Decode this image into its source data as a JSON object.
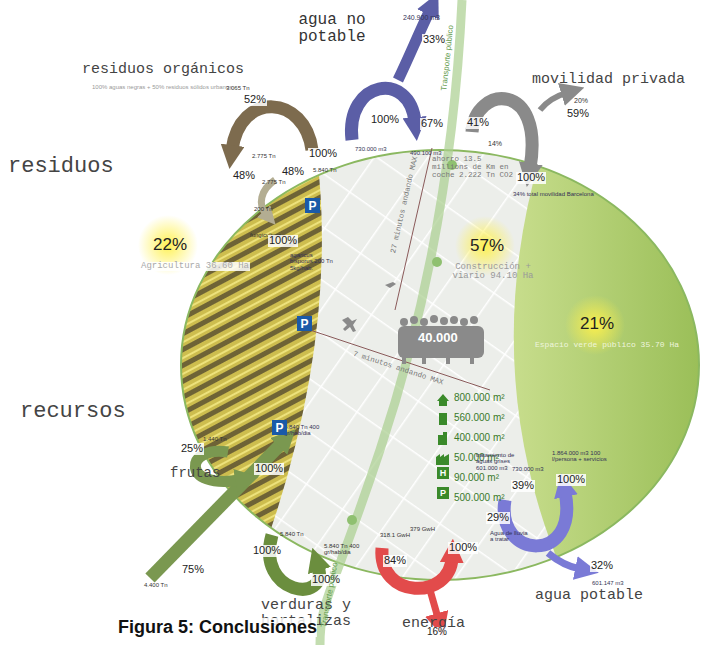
{
  "diagram": {
    "caption": "Figura 5: Conclusiones",
    "nodes": [
      {
        "text": [
          "P"
        ]
      },
      {
        "text": [
          "P"
        ]
      },
      {
        "text": [
          "P"
        ]
      },
      {
        "text": [
          "H"
        ]
      },
      {
        "text": [
          "P"
        ]
      }
    ],
    "labels": [
      "240.900 m3",
      "33%",
      "agua no potable",
      "Transporte público",
      "residuos orgánicos",
      "100% aguas negras + 50% residuos sólidos urbanos",
      "3.065 Tn",
      "52%",
      "movilidad privada",
      "20%",
      "59%",
      "100%",
      "67%",
      "730.000 m3",
      "490.100 m3",
      "41%",
      "14%",
      "100%",
      "5.840 Tn",
      "2.775 Tn",
      "48%",
      "48%",
      "2.775 Tn",
      "residuos",
      "ahorro 13.5 millions de Km en coche 2.222 Tn CO2",
      "100%",
      "34% total movilidad Barcelona",
      "200 Tn",
      "fungicultura",
      "100%",
      "agaricus bisporus 200 Tn 5kg/hab.",
      "22%",
      "Agricultura 36.60 Ha",
      "57%",
      "Construcción + viario 94.10 Ha",
      "27 minutos andando MAX",
      "21%",
      "Espacio verde público 35.70 Ha",
      "40.000",
      "7 minutos andando MAX",
      "recursos",
      "800.000 m²",
      "560.000 m²",
      "400.000 m²",
      "50.000 m²",
      "90.000 m²",
      "500.000 m²",
      "1.440 Tn",
      "25%",
      "frutas",
      "100%",
      "5.840 Tn 400 gr/hab/dia",
      "tratamiento de aguas grises 601.000 m3",
      "730.000 m3",
      "1.864.000 m3 100 l/persona + servicios",
      "39%",
      "100%",
      "29%",
      "Agua de lluvia a tratar",
      "4.400 Tn",
      "75%",
      "100%",
      "5.840 Tn",
      "5.840 Tn 400 gr/hab/dia",
      "100%",
      "318.1 GwH",
      "379 GwH",
      "84%",
      "100%",
      "32%",
      "601.147 m3",
      "agua potable",
      "verduras y hortalizas",
      "energía",
      "Transporte público",
      "16%"
    ]
  }
}
